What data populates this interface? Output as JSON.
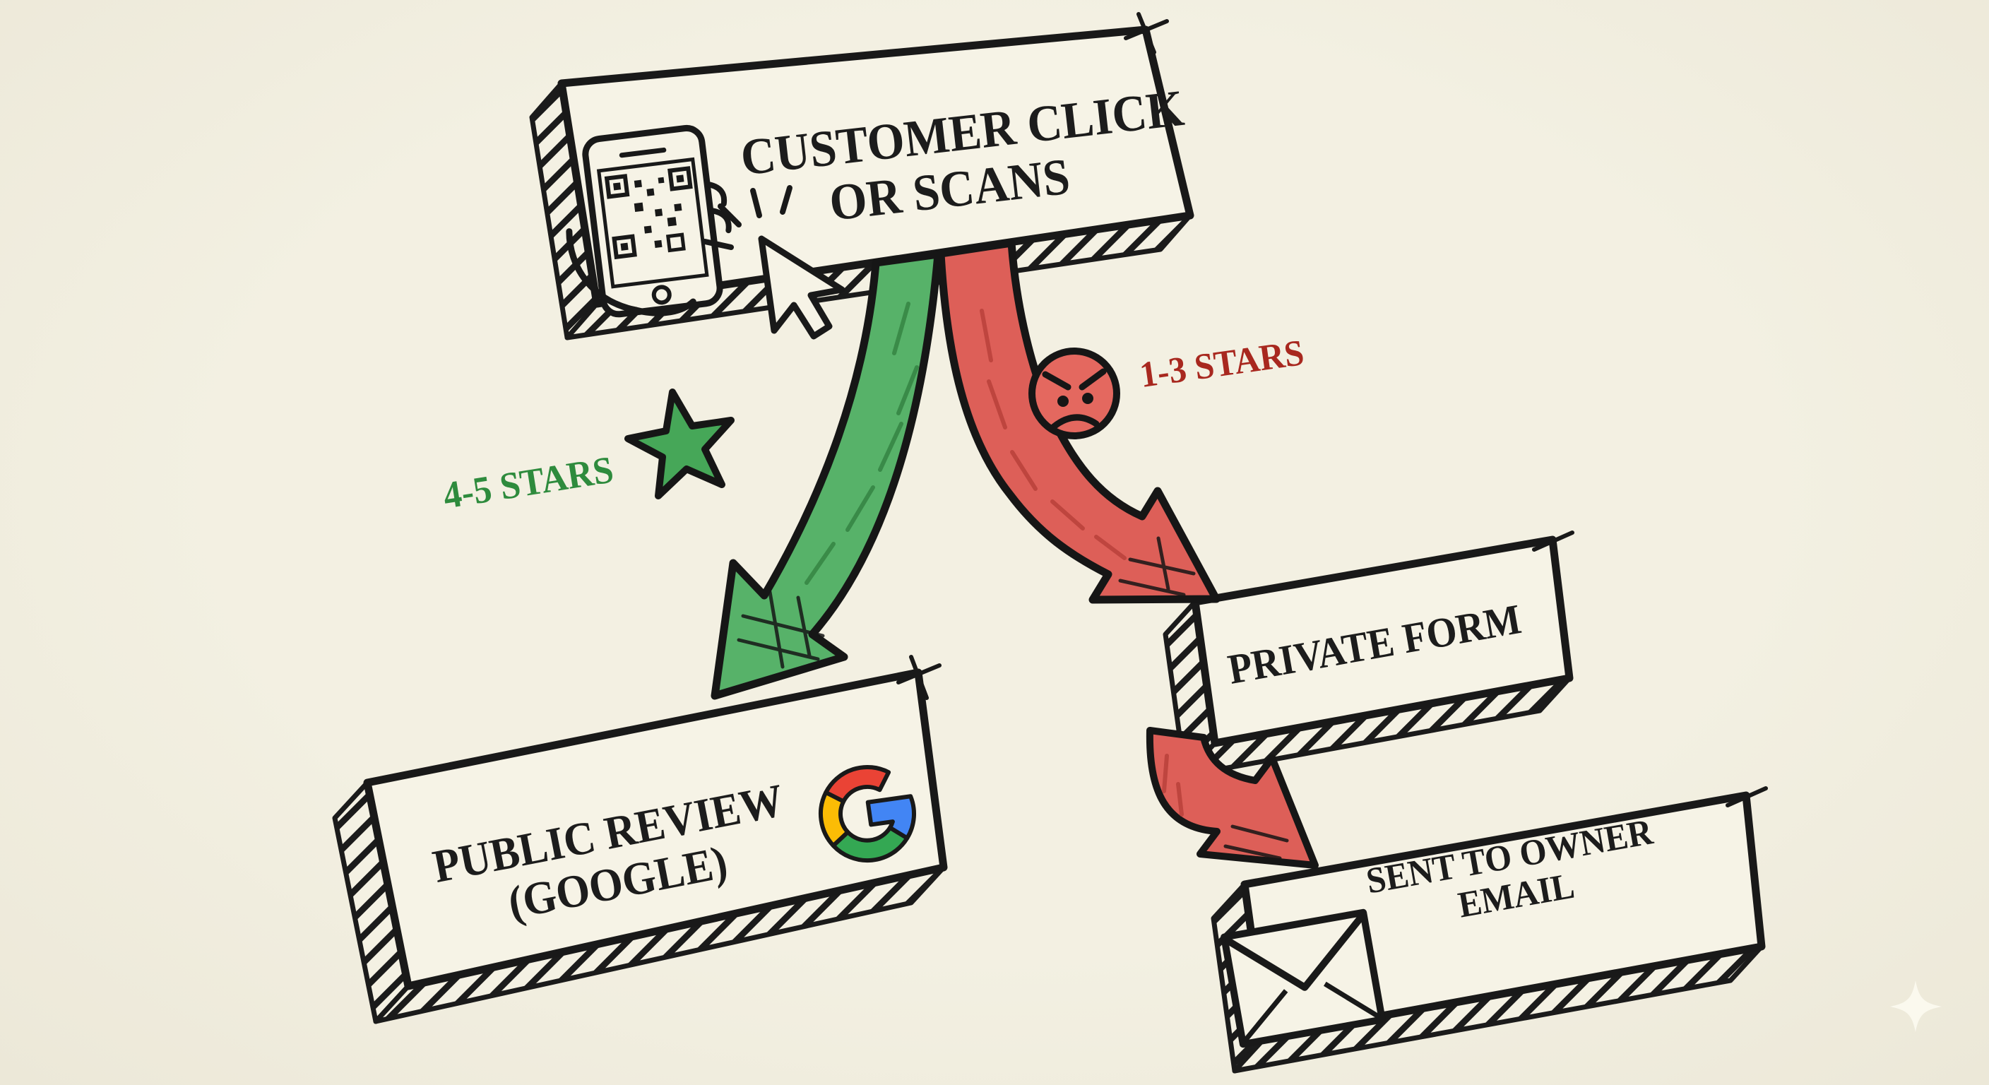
{
  "title": "Review funnel whiteboard flowchart",
  "background_color": "#f1eee0",
  "ink_color": "#191919",
  "nodes": {
    "customer": {
      "line1": "CUSTOMER CLICK",
      "line2": "OR SCANS"
    },
    "public_review": {
      "line1": "PUBLIC REVIEW",
      "line2": "(GOOGLE)"
    },
    "private_form": {
      "label": "PRIVATE FORM"
    },
    "owner_email": {
      "line1": "SENT TO OWNER",
      "line2": "EMAIL"
    }
  },
  "branches": {
    "positive": {
      "label": "4-5 STARS",
      "text_color": "#2e8b3d",
      "arrow_color": "#57b269"
    },
    "negative": {
      "label": "1-3 STARS",
      "text_color": "#a8281f",
      "arrow_color": "#dd5f58"
    }
  },
  "icons": {
    "qr_phone": "hand-holding-phone-with-qr-code",
    "cursor": "mouse-cursor-click",
    "star": "green-star",
    "angry_face": "angry-face-emoji",
    "google_g": "google-g-logo",
    "envelope": "envelope",
    "sparkle": "sparkle"
  },
  "google_logo_colors": {
    "red": "#ea4335",
    "yellow": "#fbbc05",
    "green": "#34a853",
    "blue": "#4285f4"
  }
}
